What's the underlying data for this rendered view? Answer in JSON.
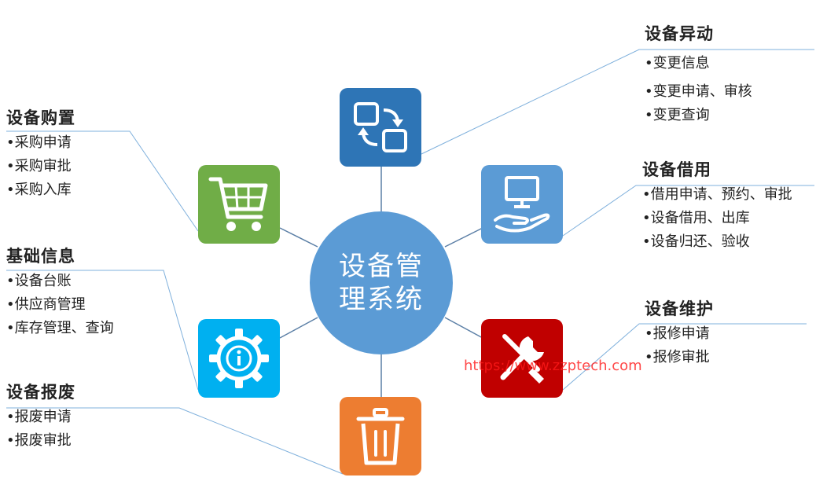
{
  "center": {
    "line1": "设备管",
    "line2": "理系统"
  },
  "modules": [
    {
      "title": "设备异动",
      "icon": "transfer-icon",
      "color": "#2e75b6",
      "items": [
        "变更信息",
        "变更申请、审核",
        "变更查询"
      ]
    },
    {
      "title": "设备借用",
      "icon": "monitor-hand-icon",
      "color": "#5b9bd5",
      "items": [
        "借用申请、预约、审批",
        "设备借用、出库",
        "设备归还、验收"
      ]
    },
    {
      "title": "设备维护",
      "icon": "wrench-screwdriver-icon",
      "color": "#c00000",
      "items": [
        "报修申请",
        "报修审批"
      ]
    },
    {
      "title": "设备报废",
      "icon": "trash-icon",
      "color": "#ed7d31",
      "items": [
        "报废申请",
        "报废审批"
      ]
    },
    {
      "title": "基础信息",
      "icon": "info-gear-icon",
      "color": "#00b0f0",
      "items": [
        "设备台账",
        "供应商管理",
        "库存管理、查询"
      ]
    },
    {
      "title": "设备购置",
      "icon": "shopping-cart-icon",
      "color": "#70ad47",
      "items": [
        "采购申请",
        "采购审批",
        "采购入库"
      ]
    }
  ],
  "watermark": "https://www.zzptech.com"
}
